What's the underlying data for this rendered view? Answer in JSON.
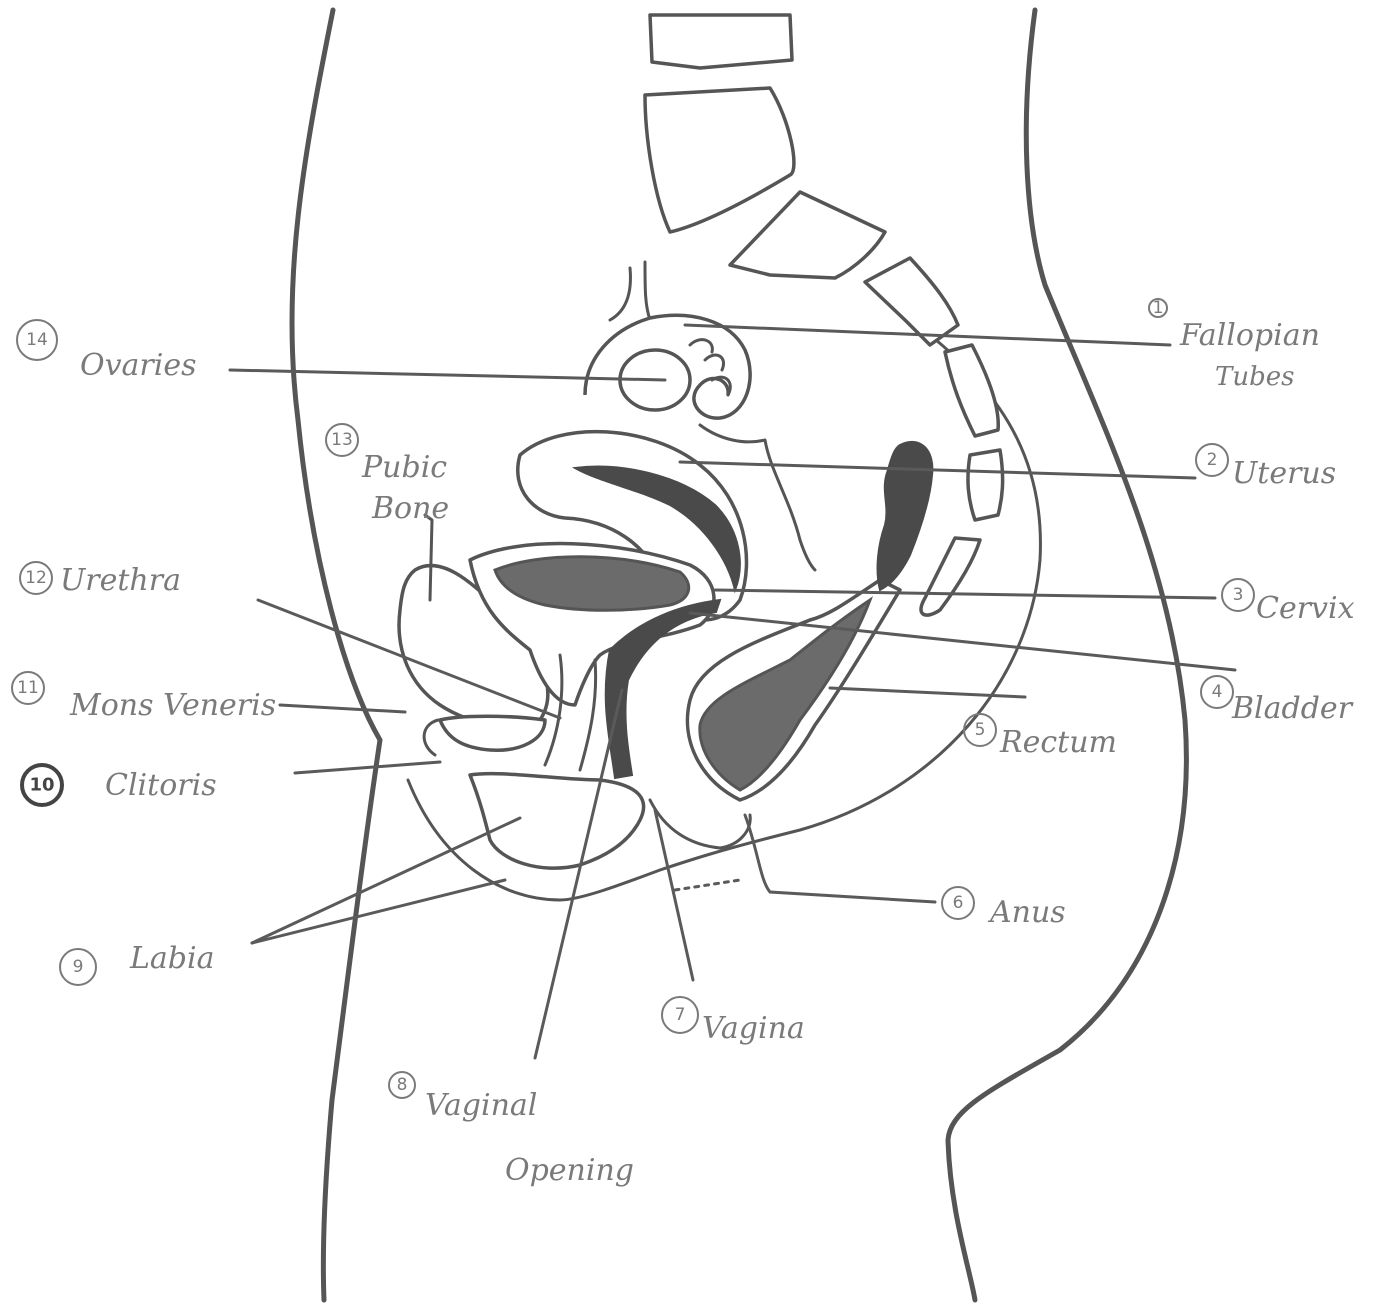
{
  "labels": {
    "fallopian_tubes": {
      "number": "1",
      "line1": "Fallopian",
      "line2": "Tubes"
    },
    "uterus": {
      "number": "2",
      "text": "Uterus"
    },
    "cervix": {
      "number": "3",
      "text": "Cervix"
    },
    "bladder": {
      "number": "4",
      "text": "Bladder"
    },
    "rectum": {
      "number": "5",
      "text": "Rectum"
    },
    "anus": {
      "number": "6",
      "text": "Anus"
    },
    "vagina": {
      "number": "7",
      "text": "Vagina"
    },
    "vaginal_opening": {
      "number": "8",
      "line1": "Vaginal",
      "line2": "Opening"
    },
    "labia": {
      "number": "9",
      "text": "Labia"
    },
    "clitoris": {
      "number": "10",
      "text": "Clitoris"
    },
    "mons_veneris": {
      "number": "11",
      "text": "Mons Veneris"
    },
    "urethra": {
      "number": "12",
      "text": "Urethra"
    },
    "pubic_bone": {
      "number": "13",
      "line1": "Pubic",
      "line2": "Bone"
    },
    "ovaries": {
      "number": "14",
      "text": "Ovaries"
    }
  }
}
